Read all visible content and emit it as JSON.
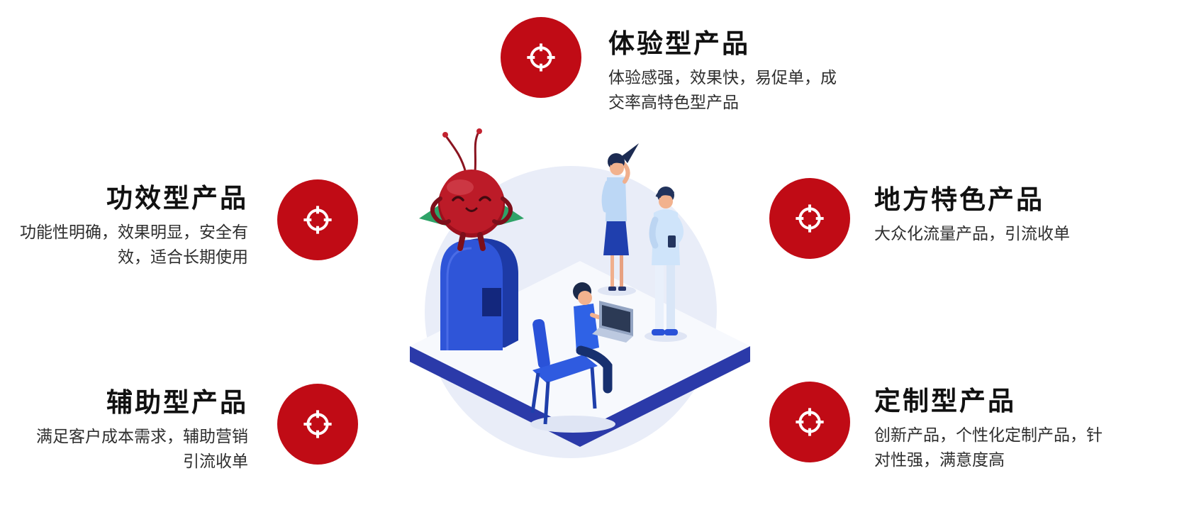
{
  "page": {
    "background": "#ffffff"
  },
  "colors": {
    "accent_red": "#c00b15",
    "platform_blue": "#2b3aa9",
    "illustration_light_blue": "#e9edf8",
    "title_text": "#111111",
    "desc_text": "#2e2e2e"
  },
  "icons": {
    "badge_icon": "target-icon"
  },
  "nodes": {
    "experience": {
      "title": "体验型产品",
      "desc": "体验感强，效果快，易促单，成\n交率高特色型产品"
    },
    "efficacy": {
      "title": "功效型产品",
      "desc": "功能性明确，效果明显，安全有\n效，适合长期使用"
    },
    "local": {
      "title": "地方特色产品",
      "desc": "大众化流量产品，引流收单"
    },
    "auxiliary": {
      "title": "辅助型产品",
      "desc": "满足客户成本需求，辅助营销\n引流收单"
    },
    "custom": {
      "title": "定制型产品",
      "desc": "创新产品，个性化定制产品，针\n对性强，满意度高"
    }
  }
}
